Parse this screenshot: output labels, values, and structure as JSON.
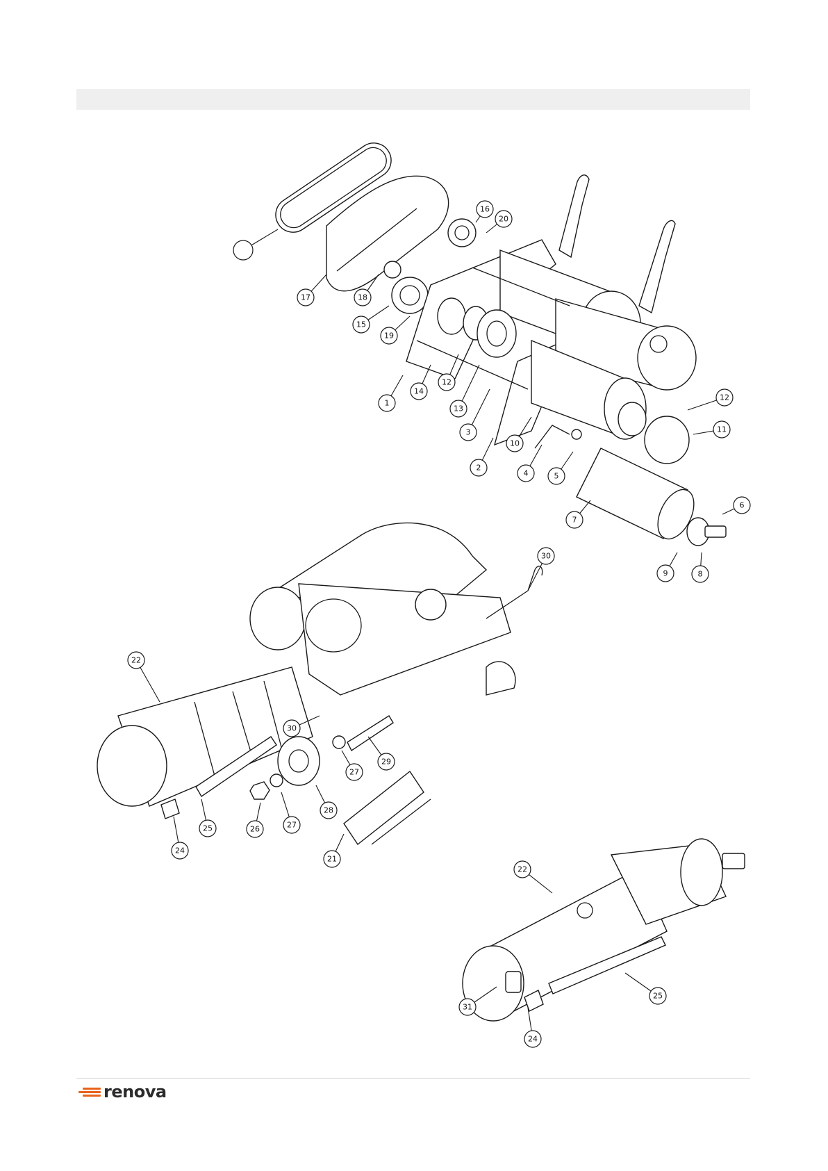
{
  "header": {
    "band_color": "#efefef"
  },
  "diagram": {
    "assemblies": [
      "exploded-drive-unit",
      "assembled-side-view",
      "motor-detail"
    ],
    "callouts": {
      "top": [
        "",
        "17",
        "18",
        "15",
        "19",
        "16",
        "20",
        "1",
        "14",
        "12",
        "13",
        "3",
        "2",
        "10",
        "4",
        "5",
        "12",
        "11",
        "6",
        "7",
        "9",
        "8"
      ],
      "middle": [
        "30",
        "22",
        "30",
        "29",
        "27",
        "28",
        "27",
        "26",
        "25",
        "24",
        "21"
      ],
      "bottom": [
        "22",
        "25",
        "31",
        "24"
      ]
    }
  },
  "footer": {
    "logo_text": "renova",
    "logo_accent": "#e8631a",
    "logo_icon": "triple-bar-logo-icon"
  }
}
